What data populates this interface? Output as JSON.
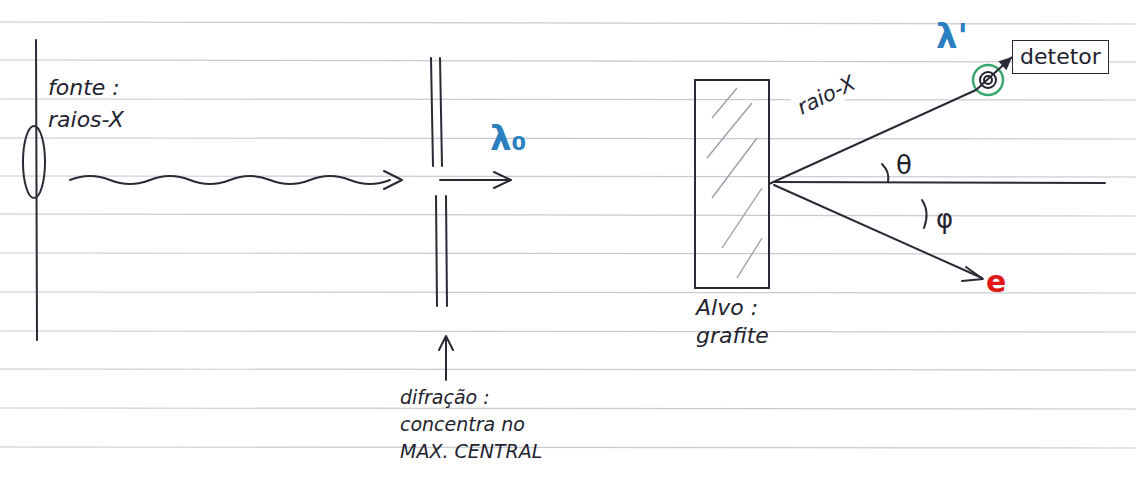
{
  "diagram": {
    "nodes": [
      {
        "text": [
          "Alvo : grafite"
        ]
      },
      {
        "text": [
          "detetor"
        ]
      }
    ],
    "edges": [
      {
        "from": 0,
        "to": 1,
        "label": "raio-X",
        "arrow": "to"
      }
    ],
    "labels": [
      "fonte : raios-X",
      "λ₀",
      "difração : concentra no MAX. CENTRAL",
      "θ",
      "φ",
      "e",
      "λ'"
    ]
  }
}
